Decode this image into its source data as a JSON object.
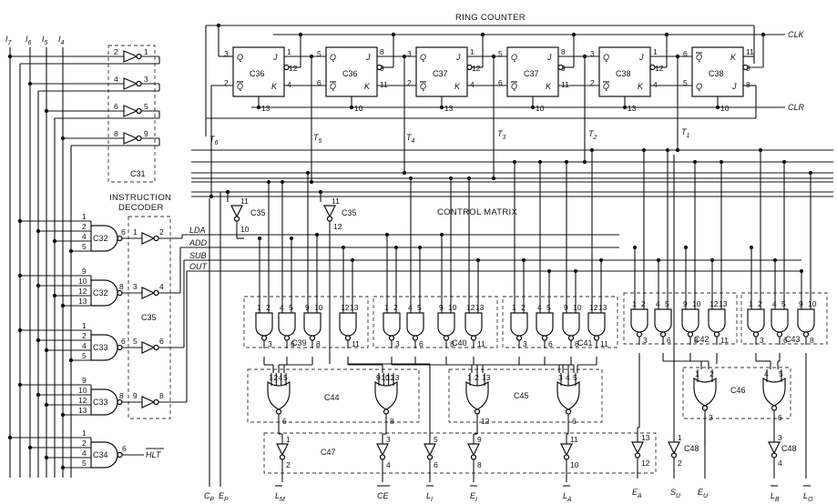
{
  "titles": {
    "ring_counter": "RING COUNTER",
    "control_matrix": "CONTROL MATRIX",
    "instruction_decoder_1": "INSTRUCTION",
    "instruction_decoder_2": "DECODER"
  },
  "signals": {
    "clk": "CLK",
    "clr": "CLR",
    "i7": "I",
    "i7_sub": "7",
    "i6": "I",
    "i6_sub": "6",
    "i5": "I",
    "i5_sub": "5",
    "i4": "I",
    "i4_sub": "4",
    "lda": "LDA",
    "add": "ADD",
    "sub": "SUB",
    "out": "OUT",
    "hlt": "HLT",
    "cp": "C",
    "cp_sub": "P",
    "ep": "E",
    "ep_sub": "P"
  },
  "timing": [
    {
      "label": "T",
      "sub": "6"
    },
    {
      "label": "T",
      "sub": "5"
    },
    {
      "label": "T",
      "sub": "4"
    },
    {
      "label": "T",
      "sub": "3"
    },
    {
      "label": "T",
      "sub": "2"
    },
    {
      "label": "T",
      "sub": "1"
    }
  ],
  "flipflops": [
    "C36",
    "C36",
    "C37",
    "C37",
    "C38",
    "C38"
  ],
  "decoder_chips": [
    "C31",
    "C35"
  ],
  "decoder_nands": [
    "C32",
    "C32",
    "C33",
    "C33",
    "C34"
  ],
  "matrix_chips": [
    "C35",
    "C35",
    "C39",
    "C40",
    "C41",
    "C42",
    "C43",
    "C44",
    "C45",
    "C46",
    "C47",
    "C48",
    "C48"
  ],
  "outputs": [
    {
      "label": "L",
      "sub": "M"
    },
    {
      "label": "CE",
      "sub": ""
    },
    {
      "label": "L",
      "sub": "I"
    },
    {
      "label": "E",
      "sub": "I"
    },
    {
      "label": "L",
      "sub": "A"
    },
    {
      "label": "E",
      "sub": "A"
    },
    {
      "label": "S",
      "sub": "U"
    },
    {
      "label": "E",
      "sub": "U"
    },
    {
      "label": "L",
      "sub": "B"
    },
    {
      "label": "L",
      "sub": "O"
    }
  ]
}
